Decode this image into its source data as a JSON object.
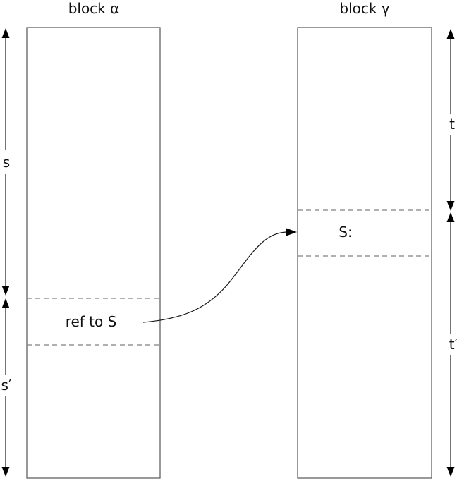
{
  "figure": {
    "background": "#ffffff",
    "block_border_color": "#555555",
    "dash_color": "#808080",
    "arrow_color": "#1a1a1a",
    "text_color": "#111111"
  },
  "blocks": {
    "alpha": {
      "title": "block α",
      "ref_label": "ref to S"
    },
    "gamma": {
      "title": "block γ",
      "slot_label": "S:"
    }
  },
  "measures": {
    "s": "s",
    "s_prime": "s′",
    "t": "t",
    "t_prime": "t′"
  }
}
